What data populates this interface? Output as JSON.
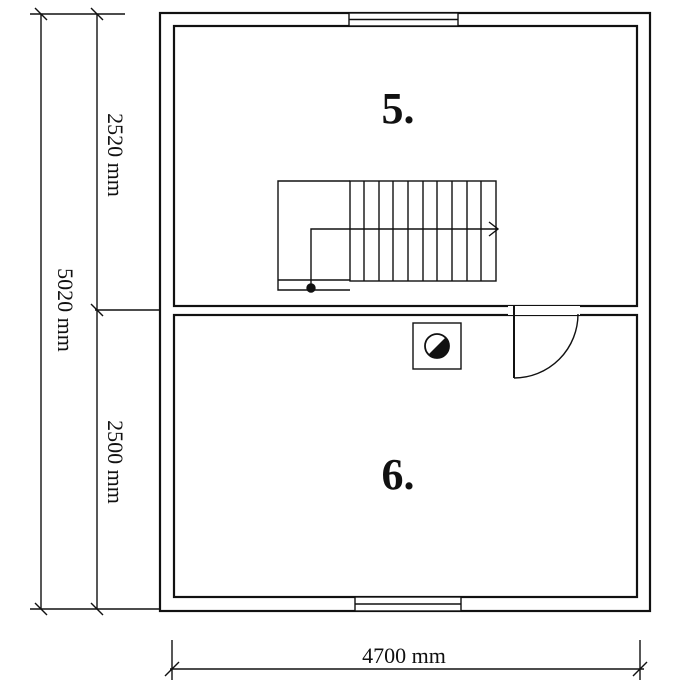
{
  "plan": {
    "rooms": [
      {
        "label": "5."
      },
      {
        "label": "6."
      }
    ],
    "dimensions": {
      "total_height": "5020 mm",
      "upper_height": "2520 mm",
      "lower_height": "2500 mm",
      "width": "4700 mm"
    },
    "colors": {
      "ink": "#111111",
      "paper": "#ffffff"
    }
  }
}
